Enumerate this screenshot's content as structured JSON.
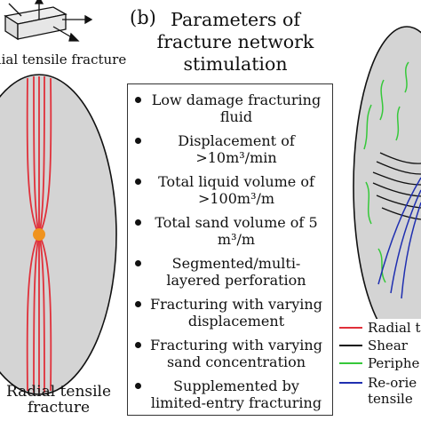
{
  "panel_a": {
    "top_caption": "dial tensile fracture",
    "bottom_caption_line1": "Radial tensile",
    "bottom_caption_line2": "fracture"
  },
  "panel_b": {
    "tag": "(b)",
    "title": "Parameters of fracture network stimulation",
    "parameters": [
      "Low damage fracturing fluid",
      "Displacement of >10m³/min",
      "Total liquid volume of >100m³/m",
      "Total sand volume of 5 m³/m",
      "Segmented/multi-layered perforation",
      "Fracturing with varying displacement",
      "Fracturing with varying sand concentration",
      "Supplemented by limited-entry fracturing"
    ]
  },
  "panel_c": {
    "legend": [
      {
        "label": "Radial t",
        "color": "#e0303a"
      },
      {
        "label": "Shear",
        "color": "#111111"
      },
      {
        "label": "Periphe",
        "color": "#36c83a"
      },
      {
        "label": "Re-orie",
        "color": "#1f2fb0"
      },
      {
        "label": "tensile",
        "color": "none"
      }
    ]
  },
  "colors": {
    "ellipse_fill": "#d4d4d4",
    "radial": "#e0303a",
    "shear": "#111111",
    "peripheral": "#36c83a",
    "reoriented": "#1f2fb0",
    "perforation": "#f0931e"
  }
}
